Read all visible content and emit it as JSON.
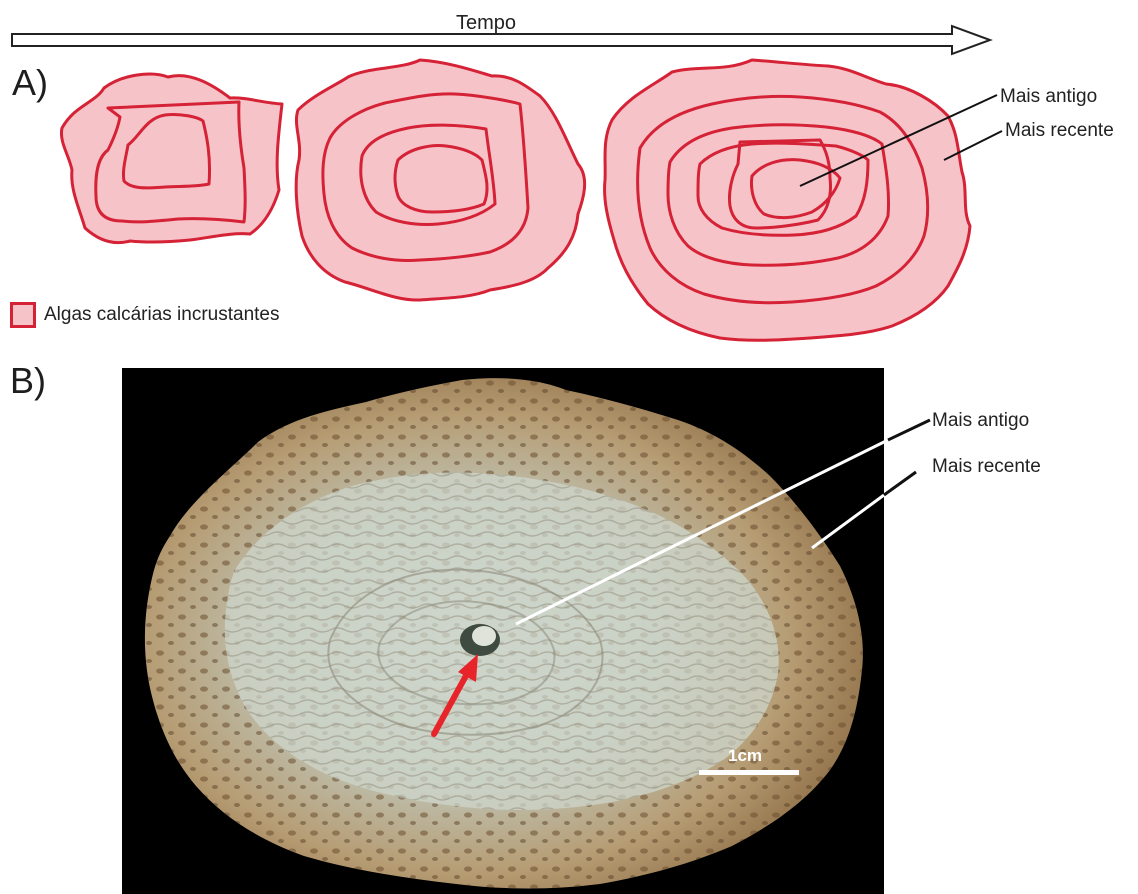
{
  "timeline": {
    "label": "Tempo"
  },
  "panel_a": {
    "letter": "A)",
    "label_oldest": "Mais antigo",
    "label_newest": "Mais recente",
    "legend_text": "Algas calcárias incrustantes"
  },
  "panel_b": {
    "letter": "B)",
    "label_oldest": "Mais antigo",
    "label_newest": "Mais recente",
    "scale_label": "1cm"
  },
  "colors": {
    "algae_fill": "#f6c4c8",
    "algae_stroke": "#d52236",
    "photo_background": "#000000",
    "arrow_red": "#e8242b"
  }
}
